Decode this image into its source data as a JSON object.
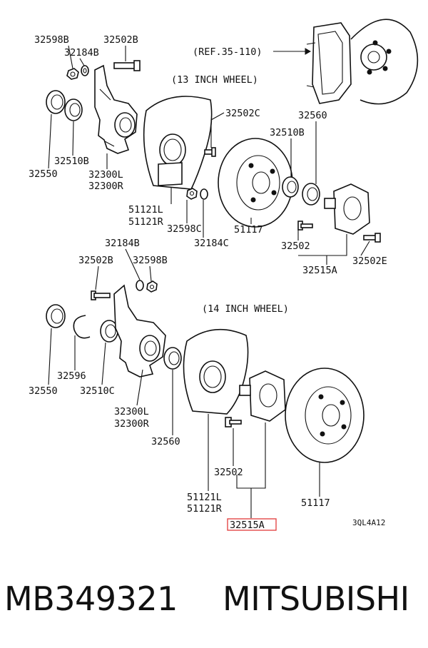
{
  "diagram": {
    "ref_note": "(REF.35-110)",
    "section_13": "(13 INCH WHEEL)",
    "section_14": "(14 INCH WHEEL)",
    "figure_code": "3QL4A12",
    "labels_13": {
      "nut_32598B": "32598B",
      "washer_32184B": "32184B",
      "bolt_32502B": "32502B",
      "bolt_32502C": "32502C",
      "seal_32550": "32550",
      "bearing_32510B": "32510B",
      "knuckle_l": "32300L",
      "knuckle_r": "32300R",
      "bearing_32510B_outer": "32510B",
      "bearing_32560": "32560",
      "shield_l": "51121L",
      "shield_r": "51121R",
      "nut_32598C": "32598C",
      "washer_32184C": "32184C",
      "rotor_51117": "51117",
      "bolt_32502": "32502",
      "bolt_32502E": "32502E",
      "hub_32515A": "32515A"
    },
    "labels_14": {
      "washer_32184B": "32184B",
      "bolt_32502B": "32502B",
      "nut_32598B": "32598B",
      "seal_32550": "32550",
      "snap_ring_32596": "32596",
      "bearing_32510C": "32510C",
      "knuckle_l": "32300L",
      "knuckle_r": "32300R",
      "bearing_32560": "32560",
      "bolt_32502": "32502",
      "shield_l": "51121L",
      "shield_r": "51121R",
      "rotor_51117": "51117",
      "hub_32515A": "32515A"
    }
  },
  "footer": {
    "part_number": "MB349321",
    "maker": "MITSUBISHI"
  },
  "colors": {
    "line": "#111111",
    "highlight": "#e23a3a",
    "background": "#ffffff"
  }
}
